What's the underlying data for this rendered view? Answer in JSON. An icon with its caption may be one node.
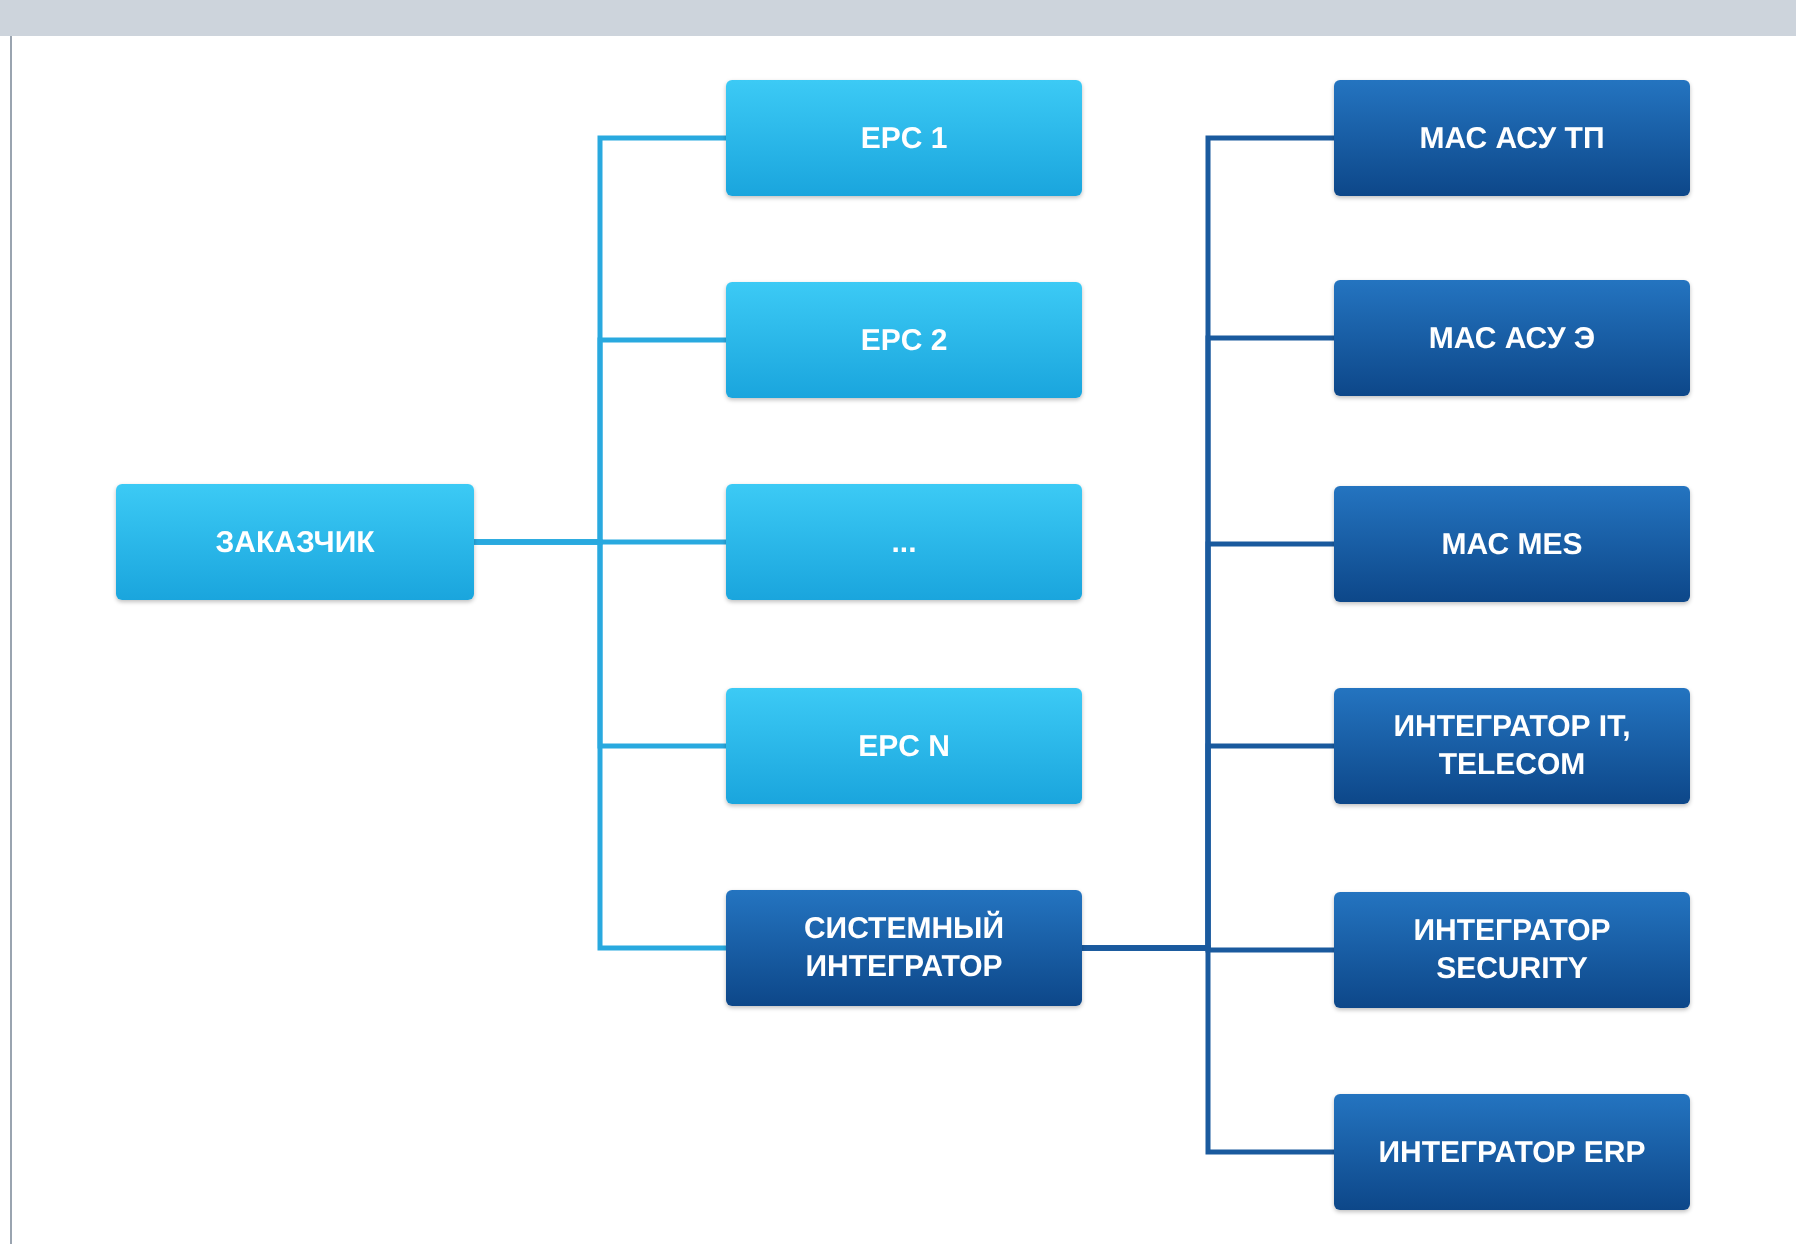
{
  "diagram": {
    "nodes": [
      {
        "text": [
          "ЗАКАЗЧИК"
        ]
      },
      {
        "text": [
          "EPC 1"
        ]
      },
      {
        "text": [
          "EPC 2"
        ]
      },
      {
        "text": [
          "..."
        ]
      },
      {
        "text": [
          "EPC N"
        ]
      },
      {
        "text": [
          "СИСТЕМНЫЙ ИНТЕГРАТОР"
        ]
      },
      {
        "text": [
          "МАС АСУ ТП"
        ]
      },
      {
        "text": [
          "МАС АСУ Э"
        ]
      },
      {
        "text": [
          "МАС MES"
        ]
      },
      {
        "text": [
          "ИНТЕГРАТОР IT, TELECOM"
        ]
      },
      {
        "text": [
          "ИНТЕГРАТОР SECURITY"
        ]
      },
      {
        "text": [
          "ИНТЕГРАТОР ERP"
        ]
      }
    ],
    "edges": [
      {
        "from": 0,
        "to": 1,
        "arrow": "none"
      },
      {
        "from": 0,
        "to": 2,
        "arrow": "none"
      },
      {
        "from": 0,
        "to": 3,
        "arrow": "none"
      },
      {
        "from": 0,
        "to": 4,
        "arrow": "none"
      },
      {
        "from": 0,
        "to": 5,
        "arrow": "none"
      },
      {
        "from": 5,
        "to": 6,
        "arrow": "none",
        "color": "#1a5a9e"
      },
      {
        "from": 5,
        "to": 7,
        "arrow": "none",
        "color": "#1a5a9e"
      },
      {
        "from": 5,
        "to": 8,
        "arrow": "none",
        "color": "#1a5a9e"
      },
      {
        "from": 5,
        "to": 9,
        "arrow": "none",
        "color": "#1a5a9e"
      },
      {
        "from": 5,
        "to": 10,
        "arrow": "none",
        "color": "#1a5a9e"
      },
      {
        "from": 5,
        "to": 11,
        "arrow": "none",
        "color": "#1a5a9e"
      }
    ]
  }
}
